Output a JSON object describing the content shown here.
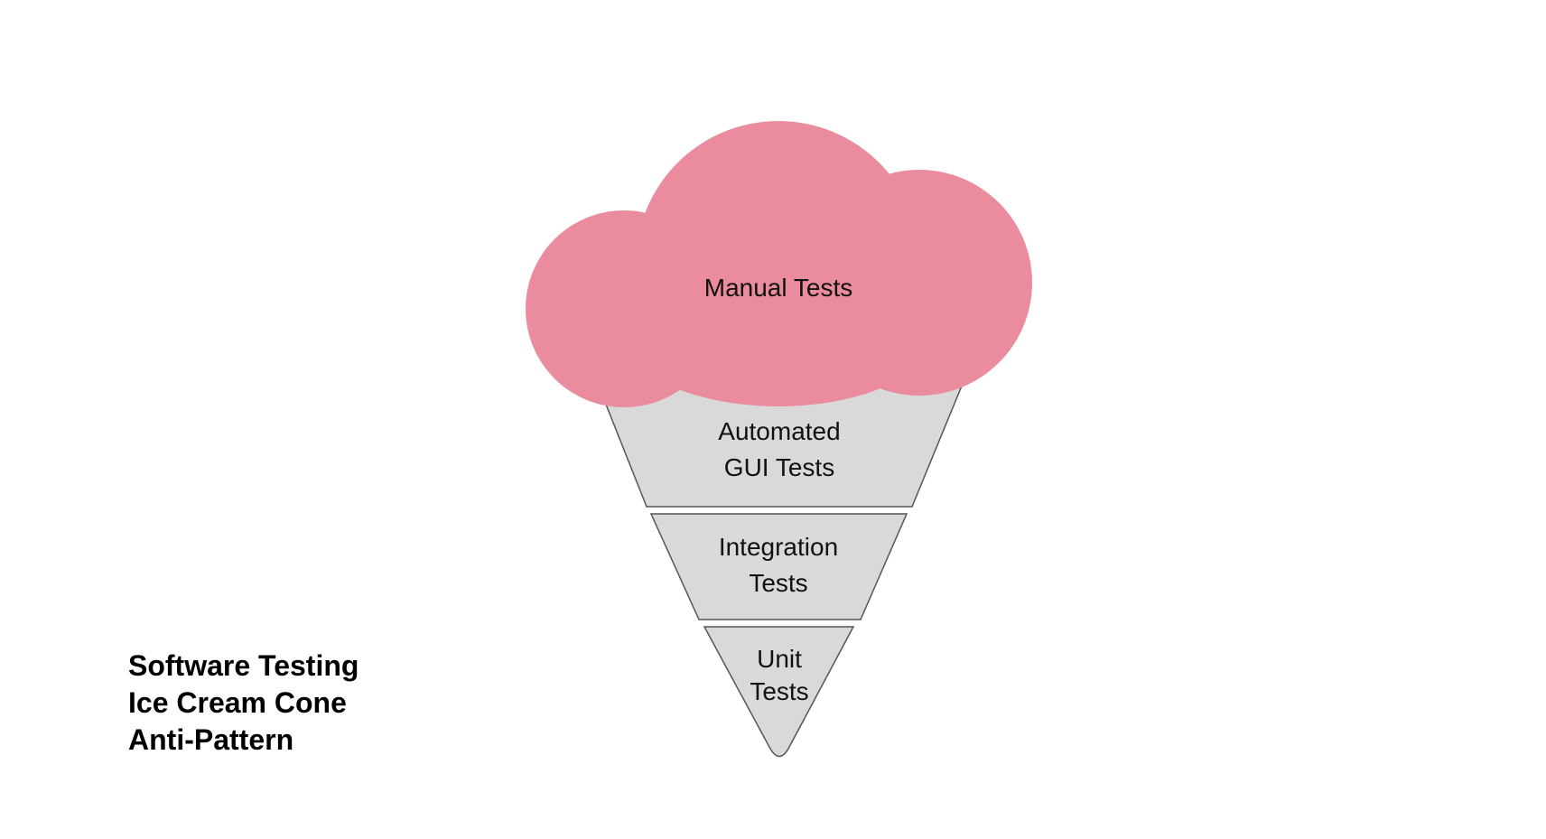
{
  "diagram": {
    "scoop": {
      "label": "Manual Tests",
      "color": "#ea8c9e"
    },
    "cone_color": "#d9d9d9",
    "cone_stroke": "#555555",
    "layers": [
      {
        "lines": [
          "Automated",
          "GUI Tests"
        ]
      },
      {
        "lines": [
          "Integration",
          "Tests"
        ]
      },
      {
        "lines": [
          "Unit",
          "Tests"
        ]
      }
    ]
  },
  "title": {
    "lines": [
      "Software Testing",
      "Ice Cream Cone",
      "Anti-Pattern"
    ]
  }
}
